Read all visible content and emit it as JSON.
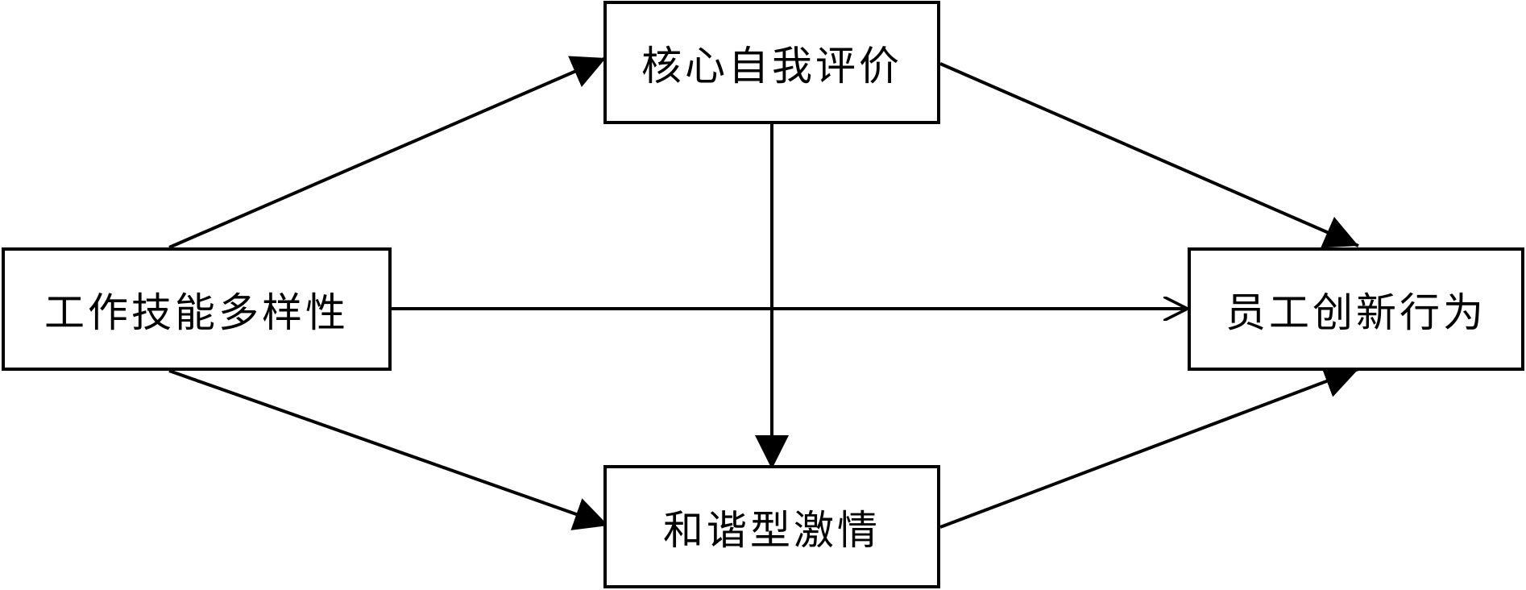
{
  "nodes": {
    "work_skill_variety": "工作技能多样性",
    "core_self_evaluation": "核心自我评价",
    "harmonious_passion": "和谐型激情",
    "employee_innovation": "员工创新行为"
  },
  "edges": [
    {
      "from": "工作技能多样性",
      "to": "核心自我评价"
    },
    {
      "from": "工作技能多样性",
      "to": "和谐型激情"
    },
    {
      "from": "工作技能多样性",
      "to": "员工创新行为"
    },
    {
      "from": "核心自我评价",
      "to": "和谐型激情"
    },
    {
      "from": "核心自我评价",
      "to": "员工创新行为"
    },
    {
      "from": "和谐型激情",
      "to": "员工创新行为"
    }
  ],
  "colors": {
    "stroke": "#000000",
    "background": "#ffffff"
  }
}
